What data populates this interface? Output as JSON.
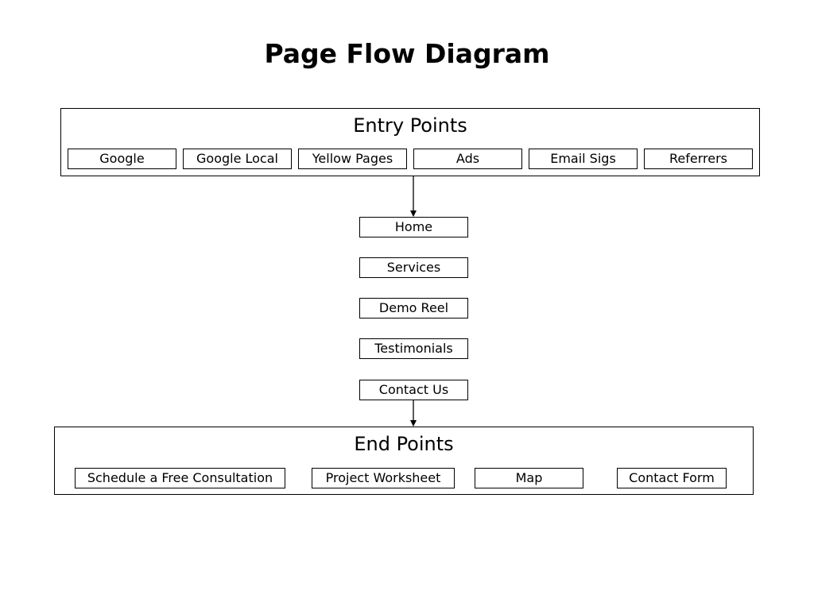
{
  "title": "Page Flow Diagram",
  "entry": {
    "title": "Entry Points",
    "items": [
      "Google",
      "Google Local",
      "Yellow Pages",
      "Ads",
      "Email Sigs",
      "Referrers"
    ]
  },
  "flow": {
    "items": [
      "Home",
      "Services",
      "Demo Reel",
      "Testimonials",
      "Contact Us"
    ]
  },
  "end": {
    "title": "End Points",
    "items": [
      "Schedule a Free Consultation",
      "Project Worksheet",
      "Map",
      "Contact Form"
    ]
  }
}
